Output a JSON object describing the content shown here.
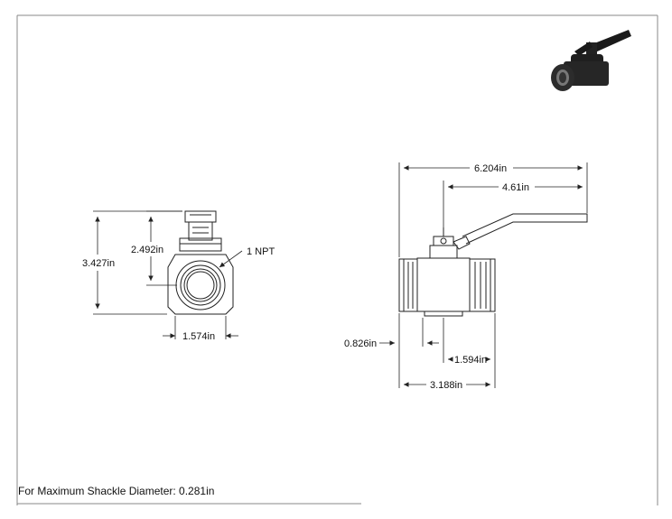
{
  "drawing": {
    "dimensions": {
      "overall_length": "6.204in",
      "handle_length": "4.61in",
      "height_to_stem": "2.492in",
      "overall_height": "3.427in",
      "end_width": "1.574in",
      "port_offset": "0.826in",
      "body_half_length": "1.594in",
      "body_length": "3.188in"
    },
    "thread_callout": "1 NPT"
  },
  "footer": {
    "note": "For Maximum Shackle Diameter: 0.281in"
  },
  "colors": {
    "line": "#222222",
    "border": "#888888",
    "body_fill": "#1a1a1a"
  }
}
